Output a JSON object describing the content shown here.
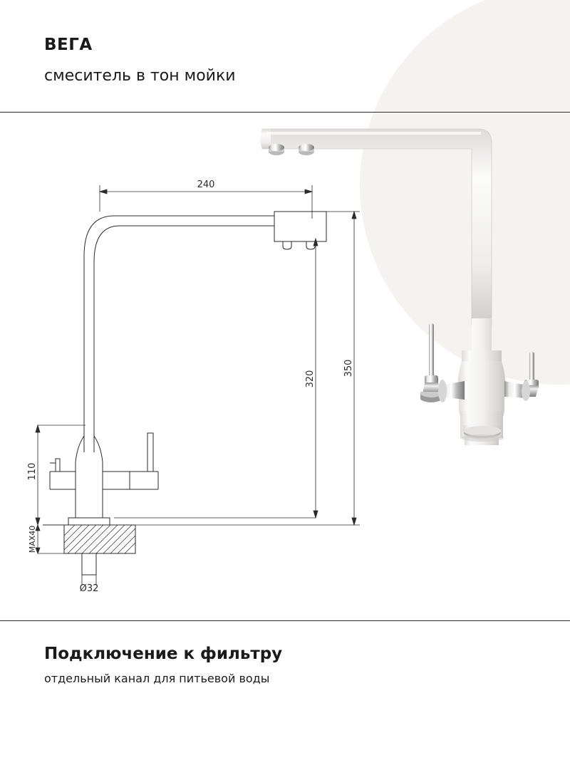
{
  "header": {
    "title": "ВЕГА",
    "subtitle": "смеситель в тон мойки"
  },
  "footer": {
    "title": "Подключение к фильтру",
    "subtitle": "отдельный канал для питьевой воды"
  },
  "diagram": {
    "caption": "technical-drawing-faucet",
    "dimensions": {
      "spout_reach": "240",
      "spout_height": "320",
      "total_height": "350",
      "handle_height": "110",
      "max_thickness": "MAX40",
      "hole_diameter": "Ø32"
    }
  },
  "photo": {
    "caption": "white-faucet-photo"
  },
  "colors": {
    "line": "#2b2b2b",
    "text": "#1a1a1a",
    "bg_circle": "#f4f3f0",
    "chrome_light": "#d8d8d8",
    "chrome_dark": "#8d8d8d",
    "faucet_white": "#f2f1ef"
  }
}
